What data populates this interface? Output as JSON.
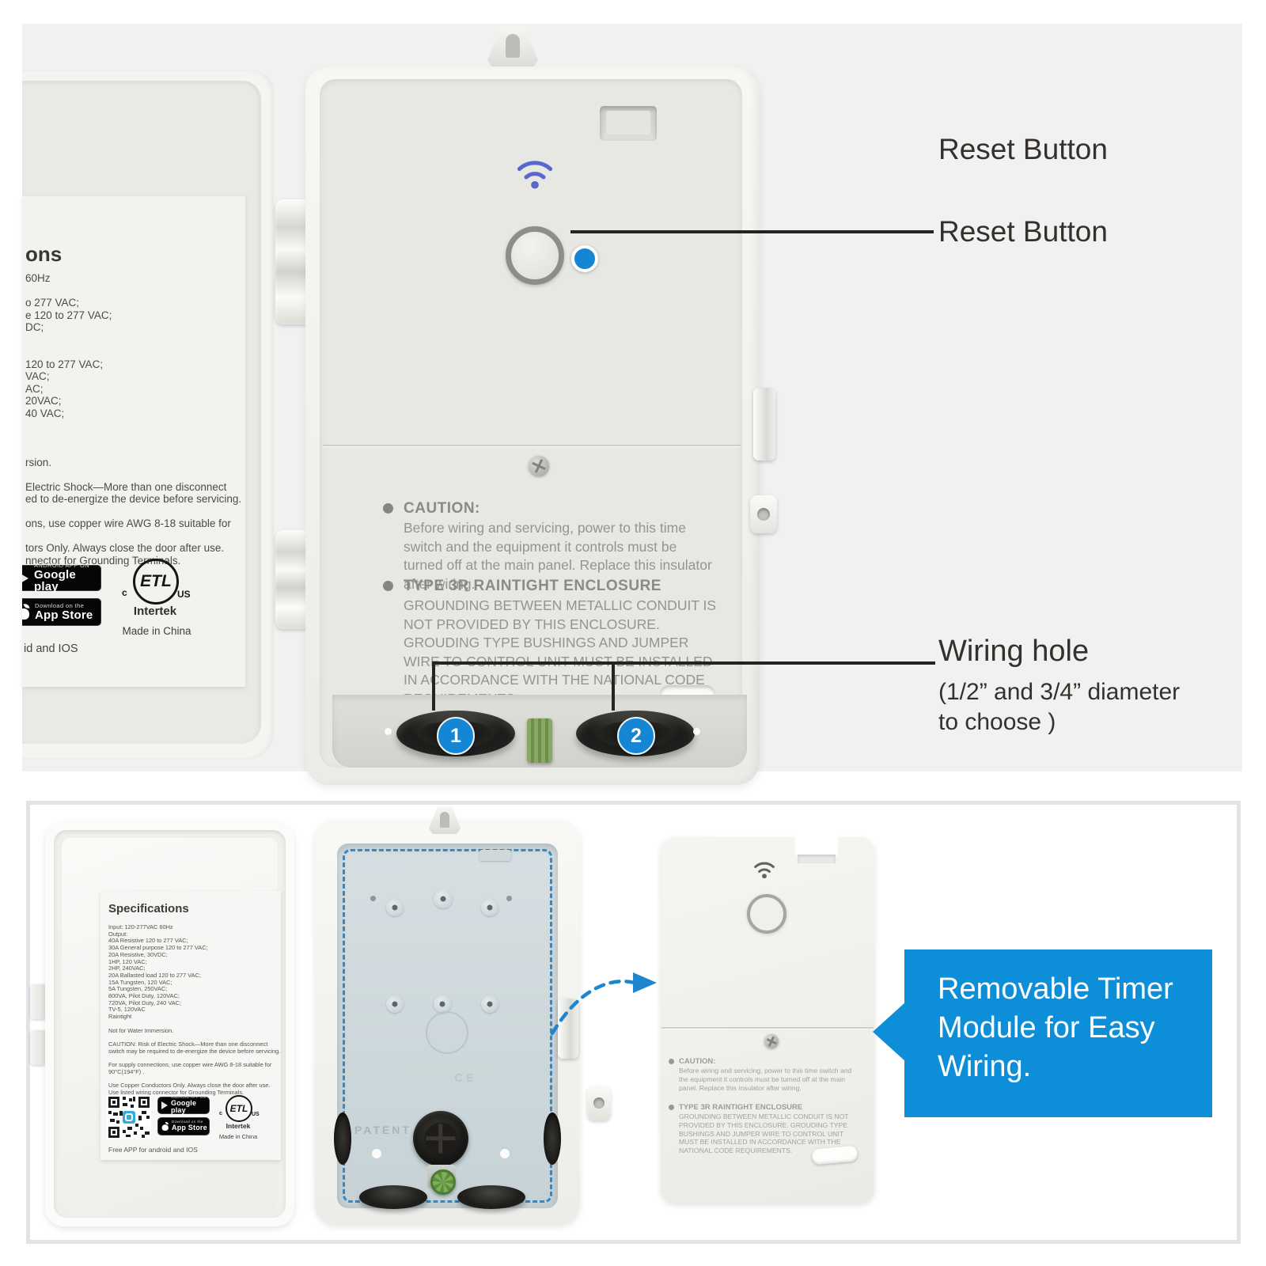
{
  "colors": {
    "accent_blue": "#1486d4",
    "callout_blue": "#0c8ed8",
    "wifi_blue": "#5668cd",
    "panel_gray": "#f1f1f2"
  },
  "top": {
    "door_label": {
      "heading_fragment": "ons",
      "lines": [
        "60Hz",
        "",
        "o 277 VAC;",
        "e 120 to 277 VAC;",
        "DC;",
        "",
        "",
        "120 to 277 VAC;",
        "VAC;",
        "AC;",
        "20VAC;",
        "40 VAC;",
        "",
        "",
        "",
        "rsion.",
        "",
        "Electric Shock—More than one disconnect",
        "ed to de-energize the device before servicing.",
        "",
        "ons, use copper wire AWG 8-18 suitable for",
        "",
        "tors Only. Always close the door after use.",
        "nnector for Grounding Terminals."
      ],
      "google_badge_top": "ANDROID APP ON",
      "google_badge_label": "Google play",
      "app_badge_top": "Download on the",
      "app_badge_label": "App Store",
      "etl_label": "ETL",
      "etl_c": "c",
      "etl_us": "US",
      "intertek": "Intertek",
      "made_in": "Made in China",
      "app_note_fragment": "id and IOS"
    },
    "device": {
      "caution": {
        "title": "CAUTION:",
        "body": "Before wiring and servicing, power to this time switch and the equipment it controls must be turned off at the main panel. Replace this insulator after wiring."
      },
      "enclosure": {
        "title": "TYPE 3R RAINTIGHT ENCLOSURE",
        "body": "GROUNDING BETWEEN METALLIC CONDUIT IS NOT PROVIDED BY THIS ENCLOSURE. GROUDING TYPE BUSHINGS AND JUMPER WIRE TO CONTROL UNIT MUST BE INSTALLED IN ACCORDANCE WITH THE NATIONAL CODE REQUIREMENTS."
      },
      "markers": [
        "1",
        "2"
      ]
    },
    "labels": {
      "reset_1": "Reset Button",
      "reset_2": "Reset Button",
      "wiring_title": "Wiring hole",
      "wiring_sub_1": "(1/2” and 3/4” diameter",
      "wiring_sub_2": "to choose )"
    }
  },
  "bottom": {
    "spec_label": {
      "title": "Specifications",
      "lines": [
        "Input: 120-277VAC 60Hz",
        "Output:",
        "40A Resistive 120 to 277 VAC;",
        "30A General purpose 120 to 277 VAC;",
        "20A Resistive, 30VDC;",
        "1HP, 120 VAC;",
        "2HP, 240VAC;",
        "20A Ballasted load 120 to 277 VAC;",
        "15A Tungsten, 120 VAC;",
        "5A Tungsten, 250VAC;",
        "800VA, Pilot Duty, 120VAC;",
        "720VA, Pilot Duty, 240 VAC;",
        "TV-5, 120VAC",
        "Raintight",
        "",
        "Not for Water Immersion.",
        "",
        "CAUTION: Risk of Electric Shock—More than one disconnect",
        "switch may be required to de-energize the device before servicing.",
        "",
        "For supply connections, use copper wire AWG 8-18 suitable for",
        "90°C(194°F) .",
        "",
        "Use Copper Conductors Only. Always close the door after use.",
        "Use listed wiring connector for Grounding Terminals."
      ],
      "google_badge_top": "ANDROID APP ON",
      "google_badge_label": "Google play",
      "app_badge_top": "Download on the",
      "app_badge_label": "App Store",
      "etl_label": "ETL",
      "etl_c": "c",
      "etl_us": "US",
      "intertek": "Intertek",
      "made_in": "Made in China",
      "free_app": "Free APP for android and IOS"
    },
    "enclosure": {
      "embossed_patent": "PATENT",
      "embossed_ce": "CE"
    },
    "module": {
      "caution": {
        "title": "CAUTION:",
        "body": "Before wiring and servicing, power to this time switch and the equipment it controls must be turned off at the main panel. Replace this insulator after wiring."
      },
      "enclosure": {
        "title": "TYPE 3R RAINTIGHT ENCLOSURE",
        "body": "GROUNDING BETWEEN METALLIC CONDUIT IS NOT PROVIDED BY THIS ENCLOSURE. GROUDING TYPE BUSHINGS AND JUMPER WIRE TO CONTROL UNIT MUST BE INSTALLED IN ACCORDANCE WITH THE NATIONAL CODE REQUIREMENTS."
      }
    },
    "callout": {
      "text": "Removable Timer Module for Easy Wiring."
    }
  }
}
